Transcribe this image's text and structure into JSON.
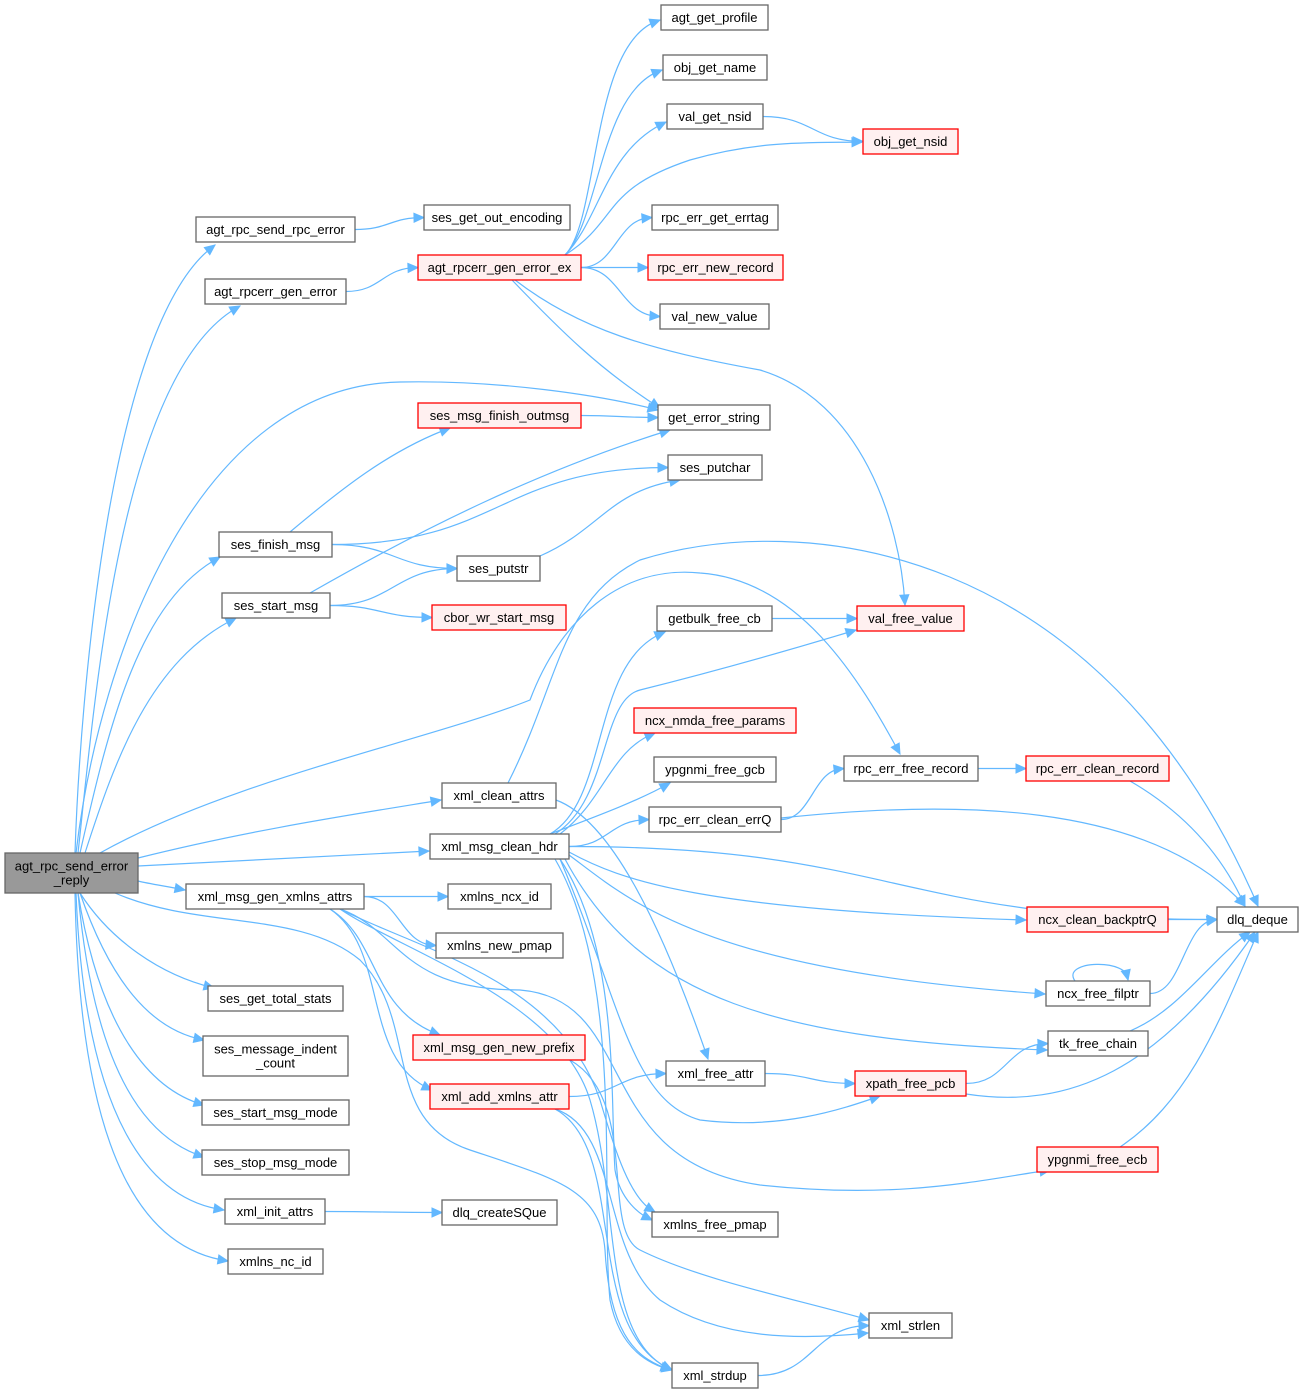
{
  "title": "agt_rpc_send_error_reply call graph",
  "colors": {
    "edge": "#63b8ff",
    "root_fill": "#999999",
    "normal_fill": "#ffffff",
    "normal_border": "#666666",
    "truncated_fill": "#fff0f0",
    "truncated_border": "#ff0000"
  },
  "nodes": [
    {
      "id": "root",
      "label": [
        "agt_rpc_send_error",
        "_reply"
      ],
      "kind": "root"
    },
    {
      "id": "agt_rpc_send_rpc_error",
      "label": [
        "agt_rpc_send_rpc_error"
      ],
      "kind": "normal"
    },
    {
      "id": "agt_rpcerr_gen_error",
      "label": [
        "agt_rpcerr_gen_error"
      ],
      "kind": "normal"
    },
    {
      "id": "ses_finish_msg",
      "label": [
        "ses_finish_msg"
      ],
      "kind": "normal"
    },
    {
      "id": "ses_start_msg",
      "label": [
        "ses_start_msg"
      ],
      "kind": "normal"
    },
    {
      "id": "xml_msg_gen_xmlns_attrs",
      "label": [
        "xml_msg_gen_xmlns_attrs"
      ],
      "kind": "normal"
    },
    {
      "id": "ses_get_total_stats",
      "label": [
        "ses_get_total_stats"
      ],
      "kind": "normal"
    },
    {
      "id": "ses_message_indent_count",
      "label": [
        "ses_message_indent",
        "_count"
      ],
      "kind": "normal"
    },
    {
      "id": "ses_start_msg_mode",
      "label": [
        "ses_start_msg_mode"
      ],
      "kind": "normal"
    },
    {
      "id": "ses_stop_msg_mode",
      "label": [
        "ses_stop_msg_mode"
      ],
      "kind": "normal"
    },
    {
      "id": "xml_init_attrs",
      "label": [
        "xml_init_attrs"
      ],
      "kind": "normal"
    },
    {
      "id": "xmlns_nc_id",
      "label": [
        "xmlns_nc_id"
      ],
      "kind": "normal"
    },
    {
      "id": "ses_get_out_encoding",
      "label": [
        "ses_get_out_encoding"
      ],
      "kind": "normal"
    },
    {
      "id": "agt_rpcerr_gen_error_ex",
      "label": [
        "agt_rpcerr_gen_error_ex"
      ],
      "kind": "truncated"
    },
    {
      "id": "ses_msg_finish_outmsg",
      "label": [
        "ses_msg_finish_outmsg"
      ],
      "kind": "truncated"
    },
    {
      "id": "ses_putstr",
      "label": [
        "ses_putstr"
      ],
      "kind": "normal"
    },
    {
      "id": "cbor_wr_start_msg",
      "label": [
        "cbor_wr_start_msg"
      ],
      "kind": "truncated"
    },
    {
      "id": "xml_clean_attrs",
      "label": [
        "xml_clean_attrs"
      ],
      "kind": "normal"
    },
    {
      "id": "xml_msg_clean_hdr",
      "label": [
        "xml_msg_clean_hdr"
      ],
      "kind": "normal"
    },
    {
      "id": "xmlns_ncx_id",
      "label": [
        "xmlns_ncx_id"
      ],
      "kind": "normal"
    },
    {
      "id": "xmlns_new_pmap",
      "label": [
        "xmlns_new_pmap"
      ],
      "kind": "normal"
    },
    {
      "id": "xml_msg_gen_new_prefix",
      "label": [
        "xml_msg_gen_new_prefix"
      ],
      "kind": "truncated"
    },
    {
      "id": "xml_add_xmlns_attr",
      "label": [
        "xml_add_xmlns_attr"
      ],
      "kind": "truncated"
    },
    {
      "id": "dlq_createSQue",
      "label": [
        "dlq_createSQue"
      ],
      "kind": "normal"
    },
    {
      "id": "agt_get_profile",
      "label": [
        "agt_get_profile"
      ],
      "kind": "normal"
    },
    {
      "id": "obj_get_name",
      "label": [
        "obj_get_name"
      ],
      "kind": "normal"
    },
    {
      "id": "val_get_nsid",
      "label": [
        "val_get_nsid"
      ],
      "kind": "normal"
    },
    {
      "id": "rpc_err_get_errtag",
      "label": [
        "rpc_err_get_errtag"
      ],
      "kind": "normal"
    },
    {
      "id": "rpc_err_new_record",
      "label": [
        "rpc_err_new_record"
      ],
      "kind": "truncated"
    },
    {
      "id": "val_new_value",
      "label": [
        "val_new_value"
      ],
      "kind": "normal"
    },
    {
      "id": "get_error_string",
      "label": [
        "get_error_string"
      ],
      "kind": "normal"
    },
    {
      "id": "ses_putchar",
      "label": [
        "ses_putchar"
      ],
      "kind": "normal"
    },
    {
      "id": "getbulk_free_cb",
      "label": [
        "getbulk_free_cb"
      ],
      "kind": "normal"
    },
    {
      "id": "ncx_nmda_free_params",
      "label": [
        "ncx_nmda_free_params"
      ],
      "kind": "truncated"
    },
    {
      "id": "ypgnmi_free_gcb",
      "label": [
        "ypgnmi_free_gcb"
      ],
      "kind": "normal"
    },
    {
      "id": "rpc_err_clean_errQ",
      "label": [
        "rpc_err_clean_errQ"
      ],
      "kind": "normal"
    },
    {
      "id": "xml_free_attr",
      "label": [
        "xml_free_attr"
      ],
      "kind": "normal"
    },
    {
      "id": "xmlns_free_pmap",
      "label": [
        "xmlns_free_pmap"
      ],
      "kind": "normal"
    },
    {
      "id": "xml_strdup",
      "label": [
        "xml_strdup"
      ],
      "kind": "normal"
    },
    {
      "id": "obj_get_nsid",
      "label": [
        "obj_get_nsid"
      ],
      "kind": "truncated"
    },
    {
      "id": "val_free_value",
      "label": [
        "val_free_value"
      ],
      "kind": "truncated"
    },
    {
      "id": "rpc_err_free_record",
      "label": [
        "rpc_err_free_record"
      ],
      "kind": "normal"
    },
    {
      "id": "xpath_free_pcb",
      "label": [
        "xpath_free_pcb"
      ],
      "kind": "truncated"
    },
    {
      "id": "xml_strlen",
      "label": [
        "xml_strlen"
      ],
      "kind": "normal"
    },
    {
      "id": "rpc_err_clean_record",
      "label": [
        "rpc_err_clean_record"
      ],
      "kind": "truncated"
    },
    {
      "id": "ncx_clean_backptrQ",
      "label": [
        "ncx_clean_backptrQ"
      ],
      "kind": "truncated"
    },
    {
      "id": "ncx_free_filptr",
      "label": [
        "ncx_free_filptr"
      ],
      "kind": "normal"
    },
    {
      "id": "tk_free_chain",
      "label": [
        "tk_free_chain"
      ],
      "kind": "normal"
    },
    {
      "id": "ypgnmi_free_ecb",
      "label": [
        "ypgnmi_free_ecb"
      ],
      "kind": "truncated"
    },
    {
      "id": "dlq_deque",
      "label": [
        "dlq_deque"
      ],
      "kind": "normal"
    }
  ],
  "edges": [
    [
      "root",
      "agt_rpc_send_rpc_error"
    ],
    [
      "root",
      "agt_rpcerr_gen_error"
    ],
    [
      "root",
      "get_error_string"
    ],
    [
      "root",
      "ses_finish_msg"
    ],
    [
      "root",
      "ses_start_msg"
    ],
    [
      "root",
      "rpc_err_free_record"
    ],
    [
      "root",
      "xml_clean_attrs"
    ],
    [
      "root",
      "xml_msg_clean_hdr"
    ],
    [
      "root",
      "xml_msg_gen_xmlns_attrs"
    ],
    [
      "root",
      "xml_strdup"
    ],
    [
      "root",
      "ses_get_total_stats"
    ],
    [
      "root",
      "ses_message_indent_count"
    ],
    [
      "root",
      "ses_start_msg_mode"
    ],
    [
      "root",
      "ses_stop_msg_mode"
    ],
    [
      "root",
      "xml_init_attrs"
    ],
    [
      "root",
      "xmlns_nc_id"
    ],
    [
      "agt_rpc_send_rpc_error",
      "ses_get_out_encoding"
    ],
    [
      "agt_rpcerr_gen_error",
      "agt_rpcerr_gen_error_ex"
    ],
    [
      "agt_rpcerr_gen_error_ex",
      "agt_get_profile"
    ],
    [
      "agt_rpcerr_gen_error_ex",
      "obj_get_name"
    ],
    [
      "agt_rpcerr_gen_error_ex",
      "val_get_nsid"
    ],
    [
      "agt_rpcerr_gen_error_ex",
      "obj_get_nsid"
    ],
    [
      "agt_rpcerr_gen_error_ex",
      "rpc_err_get_errtag"
    ],
    [
      "agt_rpcerr_gen_error_ex",
      "rpc_err_new_record"
    ],
    [
      "agt_rpcerr_gen_error_ex",
      "val_new_value"
    ],
    [
      "agt_rpcerr_gen_error_ex",
      "get_error_string"
    ],
    [
      "agt_rpcerr_gen_error_ex",
      "val_free_value"
    ],
    [
      "val_get_nsid",
      "obj_get_nsid"
    ],
    [
      "ses_finish_msg",
      "ses_msg_finish_outmsg"
    ],
    [
      "ses_finish_msg",
      "ses_putchar"
    ],
    [
      "ses_finish_msg",
      "ses_putstr"
    ],
    [
      "ses_msg_finish_outmsg",
      "get_error_string"
    ],
    [
      "ses_start_msg",
      "get_error_string"
    ],
    [
      "ses_start_msg",
      "ses_putstr"
    ],
    [
      "ses_start_msg",
      "cbor_wr_start_msg"
    ],
    [
      "ses_putstr",
      "ses_putchar"
    ],
    [
      "xml_clean_attrs",
      "dlq_deque"
    ],
    [
      "xml_clean_attrs",
      "xml_free_attr"
    ],
    [
      "xml_msg_clean_hdr",
      "getbulk_free_cb"
    ],
    [
      "xml_msg_clean_hdr",
      "val_free_value"
    ],
    [
      "xml_msg_clean_hdr",
      "ncx_nmda_free_params"
    ],
    [
      "xml_msg_clean_hdr",
      "ypgnmi_free_gcb"
    ],
    [
      "xml_msg_clean_hdr",
      "rpc_err_clean_errQ"
    ],
    [
      "xml_msg_clean_hdr",
      "dlq_deque"
    ],
    [
      "xml_msg_clean_hdr",
      "ncx_clean_backptrQ"
    ],
    [
      "xml_msg_clean_hdr",
      "ncx_free_filptr"
    ],
    [
      "xml_msg_clean_hdr",
      "tk_free_chain"
    ],
    [
      "xml_msg_clean_hdr",
      "xpath_free_pcb"
    ],
    [
      "xml_msg_clean_hdr",
      "xmlns_free_pmap"
    ],
    [
      "xml_msg_clean_hdr",
      "xml_strdup"
    ],
    [
      "getbulk_free_cb",
      "val_free_value"
    ],
    [
      "rpc_err_clean_errQ",
      "rpc_err_free_record"
    ],
    [
      "rpc_err_clean_errQ",
      "dlq_deque"
    ],
    [
      "rpc_err_free_record",
      "rpc_err_clean_record"
    ],
    [
      "rpc_err_clean_record",
      "dlq_deque"
    ],
    [
      "ncx_clean_backptrQ",
      "dlq_deque"
    ],
    [
      "ncx_free_filptr",
      "ncx_free_filptr"
    ],
    [
      "ncx_free_filptr",
      "dlq_deque"
    ],
    [
      "tk_free_chain",
      "dlq_deque"
    ],
    [
      "xpath_free_pcb",
      "tk_free_chain"
    ],
    [
      "xpath_free_pcb",
      "dlq_deque"
    ],
    [
      "ypgnmi_free_ecb",
      "dlq_deque"
    ],
    [
      "xml_free_attr",
      "xpath_free_pcb"
    ],
    [
      "xml_msg_gen_xmlns_attrs",
      "xmlns_ncx_id"
    ],
    [
      "xml_msg_gen_xmlns_attrs",
      "xmlns_new_pmap"
    ],
    [
      "xml_msg_gen_xmlns_attrs",
      "xml_msg_gen_new_prefix"
    ],
    [
      "xml_msg_gen_xmlns_attrs",
      "xml_add_xmlns_attr"
    ],
    [
      "xml_msg_gen_xmlns_attrs",
      "ypgnmi_free_ecb"
    ],
    [
      "xml_msg_gen_xmlns_attrs",
      "xmlns_free_pmap"
    ],
    [
      "xml_msg_gen_xmlns_attrs",
      "xml_strdup"
    ],
    [
      "xml_msg_gen_new_prefix",
      "xml_strlen"
    ],
    [
      "xml_add_xmlns_attr",
      "xml_free_attr"
    ],
    [
      "xml_add_xmlns_attr",
      "xml_strlen"
    ],
    [
      "xml_add_xmlns_attr",
      "xml_strdup"
    ],
    [
      "xml_init_attrs",
      "dlq_createSQue"
    ],
    [
      "xml_strdup",
      "xml_strlen"
    ]
  ]
}
